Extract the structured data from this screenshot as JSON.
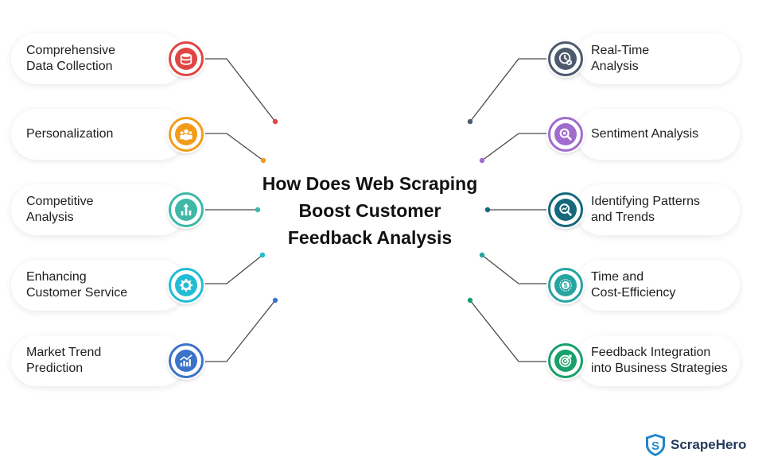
{
  "title": "How Does Web Scraping\nBoost Customer\nFeedback Analysis",
  "left_items": [
    {
      "label": "Comprehensive\nData Collection",
      "icon": "database-icon",
      "color": "#e04545"
    },
    {
      "label": "Personalization",
      "icon": "users-icon",
      "color": "#f39c1c"
    },
    {
      "label": "Competitive\nAnalysis",
      "icon": "bar-growth-icon",
      "color": "#3fb8a8"
    },
    {
      "label": "Enhancing\nCustomer Service",
      "icon": "gear-icon",
      "color": "#22bcd6"
    },
    {
      "label": "Market Trend\nPrediction",
      "icon": "trend-chart-icon",
      "color": "#3c73c9"
    }
  ],
  "right_items": [
    {
      "label": "Real-Time\nAnalysis",
      "icon": "clock-icon",
      "color": "#4d5a6e"
    },
    {
      "label": "Sentiment Analysis",
      "icon": "magnifier-icon",
      "color": "#a06ccd"
    },
    {
      "label": "Identifying Patterns\nand Trends",
      "icon": "search-trend-icon",
      "color": "#16697c"
    },
    {
      "label": "Time and\nCost-Efficiency",
      "icon": "dollar-icon",
      "color": "#26a5a0"
    },
    {
      "label": "Feedback Integration\ninto Business Strategies",
      "icon": "target-icon",
      "color": "#18a06a"
    }
  ],
  "brand": {
    "name": "ScrapeHero",
    "color": "#253b5b",
    "logo": "shield-s-icon"
  }
}
